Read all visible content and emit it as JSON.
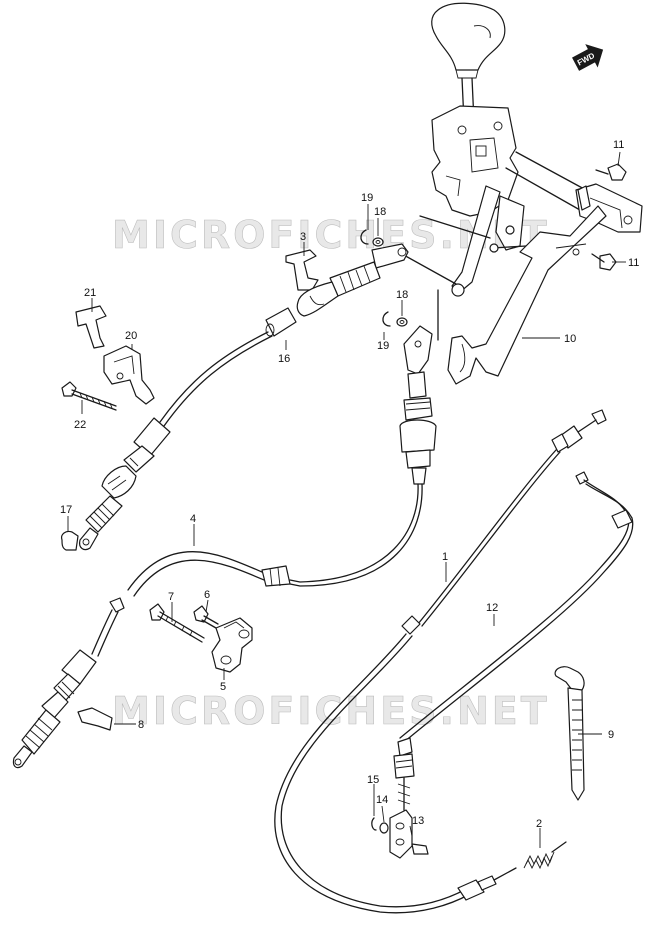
{
  "watermark": {
    "text_top": "MICROFICHES.NET",
    "text_bottom": "MICROFICHES.NET"
  },
  "direction_tag": {
    "text": "FWD"
  },
  "colors": {
    "ink": "#1a1a1a",
    "background": "#ffffff",
    "watermark": "#d6d6d6"
  },
  "callouts": {
    "c1": "1",
    "c2": "2",
    "c3": "3",
    "c4": "4",
    "c5": "5",
    "c6": "6",
    "c7": "7",
    "c8": "8",
    "c9": "9",
    "c10": "10",
    "c11a": "11",
    "c11b": "11",
    "c12": "12",
    "c13": "13",
    "c14": "14",
    "c15": "15",
    "c16": "16",
    "c17": "17",
    "c18a": "18",
    "c18b": "18",
    "c19a": "19",
    "c19b": "19",
    "c20": "20",
    "c21": "21",
    "c22": "22"
  }
}
